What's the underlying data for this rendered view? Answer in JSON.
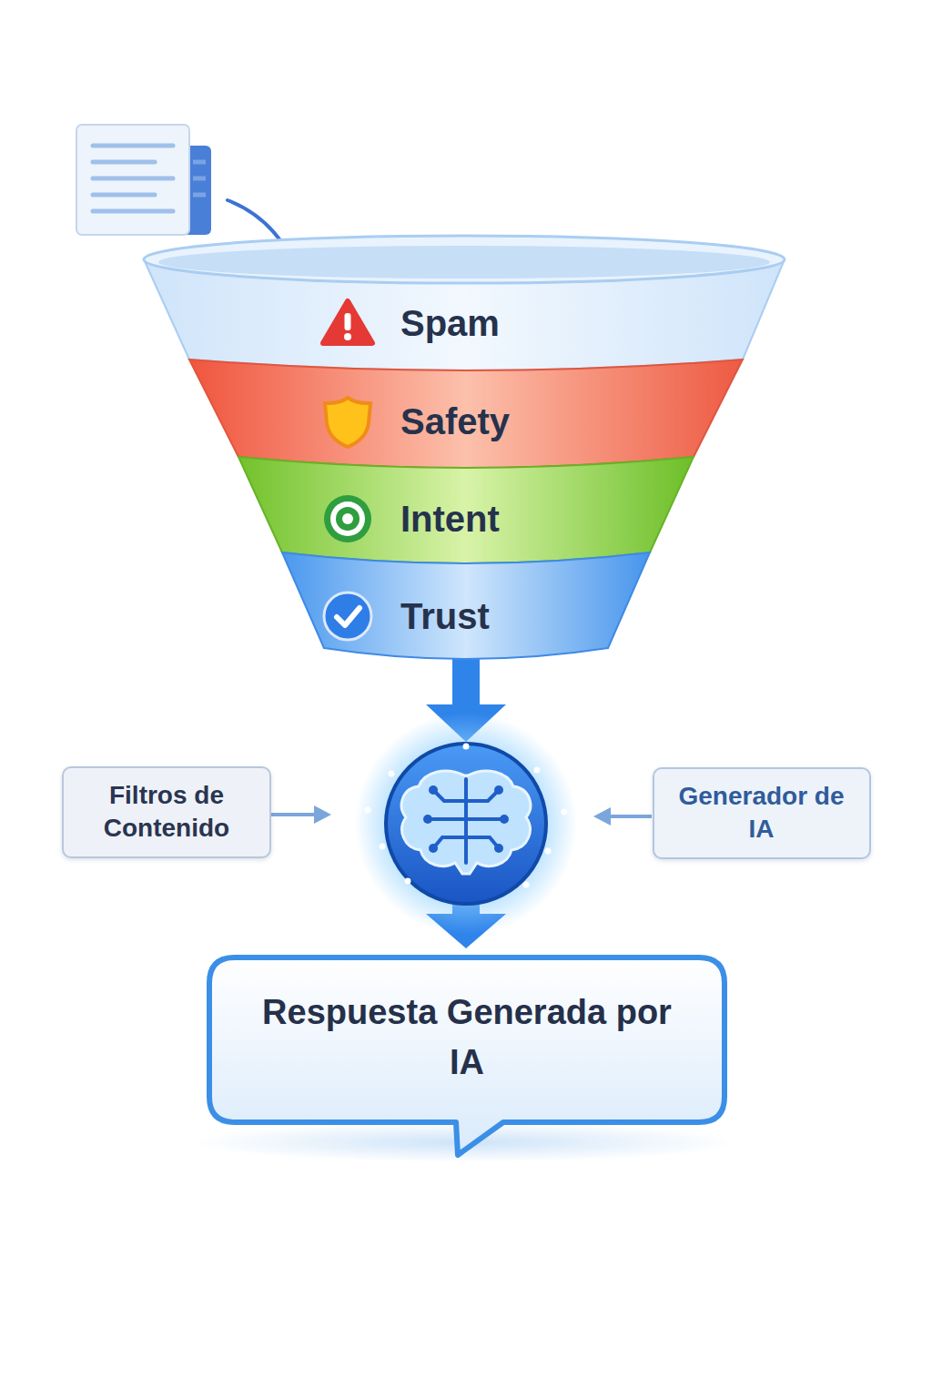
{
  "diagram": {
    "nodes": [
      {
        "text": [
          "Spam"
        ]
      },
      {
        "text": [
          "Safety"
        ]
      },
      {
        "text": [
          "Intent"
        ]
      },
      {
        "text": [
          "Trust"
        ]
      },
      {
        "text": [
          "Filtros de Contenido"
        ]
      },
      {
        "text": [
          "Generador de IA"
        ]
      },
      {
        "text": [
          "Respuesta Generada por IA"
        ]
      }
    ]
  }
}
